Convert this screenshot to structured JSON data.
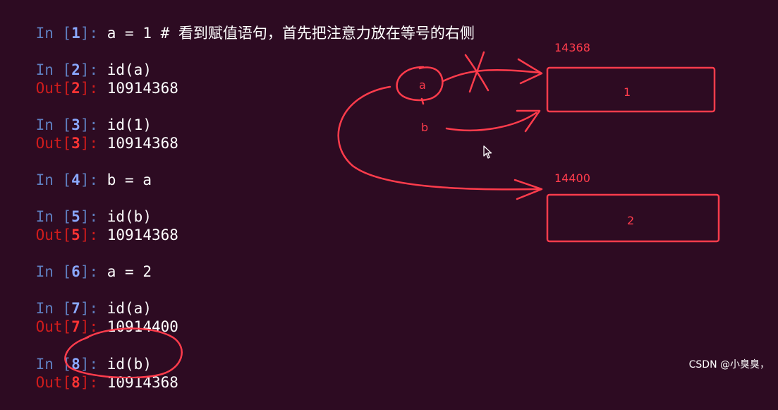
{
  "console": {
    "lines": [
      {
        "kind": "in",
        "tag": "In [",
        "num": "1",
        "close": "]: ",
        "code": "a = 1 # ",
        "comment": "看到赋值语句，首先把注意力放在等号的右侧"
      },
      {
        "kind": "in",
        "tag": "In [",
        "num": "2",
        "close": "]: ",
        "code": "id(a)"
      },
      {
        "kind": "out",
        "tag": "Out[",
        "num": "2",
        "close": "]: ",
        "code": "10914368"
      },
      {
        "kind": "in",
        "tag": "In [",
        "num": "3",
        "close": "]: ",
        "code": "id(1)"
      },
      {
        "kind": "out",
        "tag": "Out[",
        "num": "3",
        "close": "]: ",
        "code": "10914368"
      },
      {
        "kind": "in",
        "tag": "In [",
        "num": "4",
        "close": "]: ",
        "code": "b = a"
      },
      {
        "kind": "in",
        "tag": "In [",
        "num": "5",
        "close": "]: ",
        "code": "id(b)"
      },
      {
        "kind": "out",
        "tag": "Out[",
        "num": "5",
        "close": "]: ",
        "code": "10914368"
      },
      {
        "kind": "in",
        "tag": "In [",
        "num": "6",
        "close": "]: ",
        "code": "a = 2"
      },
      {
        "kind": "in",
        "tag": "In [",
        "num": "7",
        "close": "]: ",
        "code": "id(a)"
      },
      {
        "kind": "out",
        "tag": "Out[",
        "num": "7",
        "close": "]: ",
        "code": "10914400"
      },
      {
        "kind": "in",
        "tag": "In [",
        "num": "8",
        "close": "]: ",
        "code": "id(b)"
      },
      {
        "kind": "out",
        "tag": "Out[",
        "num": "8",
        "close": "]: ",
        "code": "10914368"
      }
    ]
  },
  "annotation": {
    "addr_top": "14368",
    "box_top_value": "1",
    "addr_bottom": "14400",
    "box_bottom_value": "2",
    "var_a": "a",
    "var_b": "b",
    "color": "#ff3c4c"
  },
  "watermark": "CSDN @小臭臭，"
}
